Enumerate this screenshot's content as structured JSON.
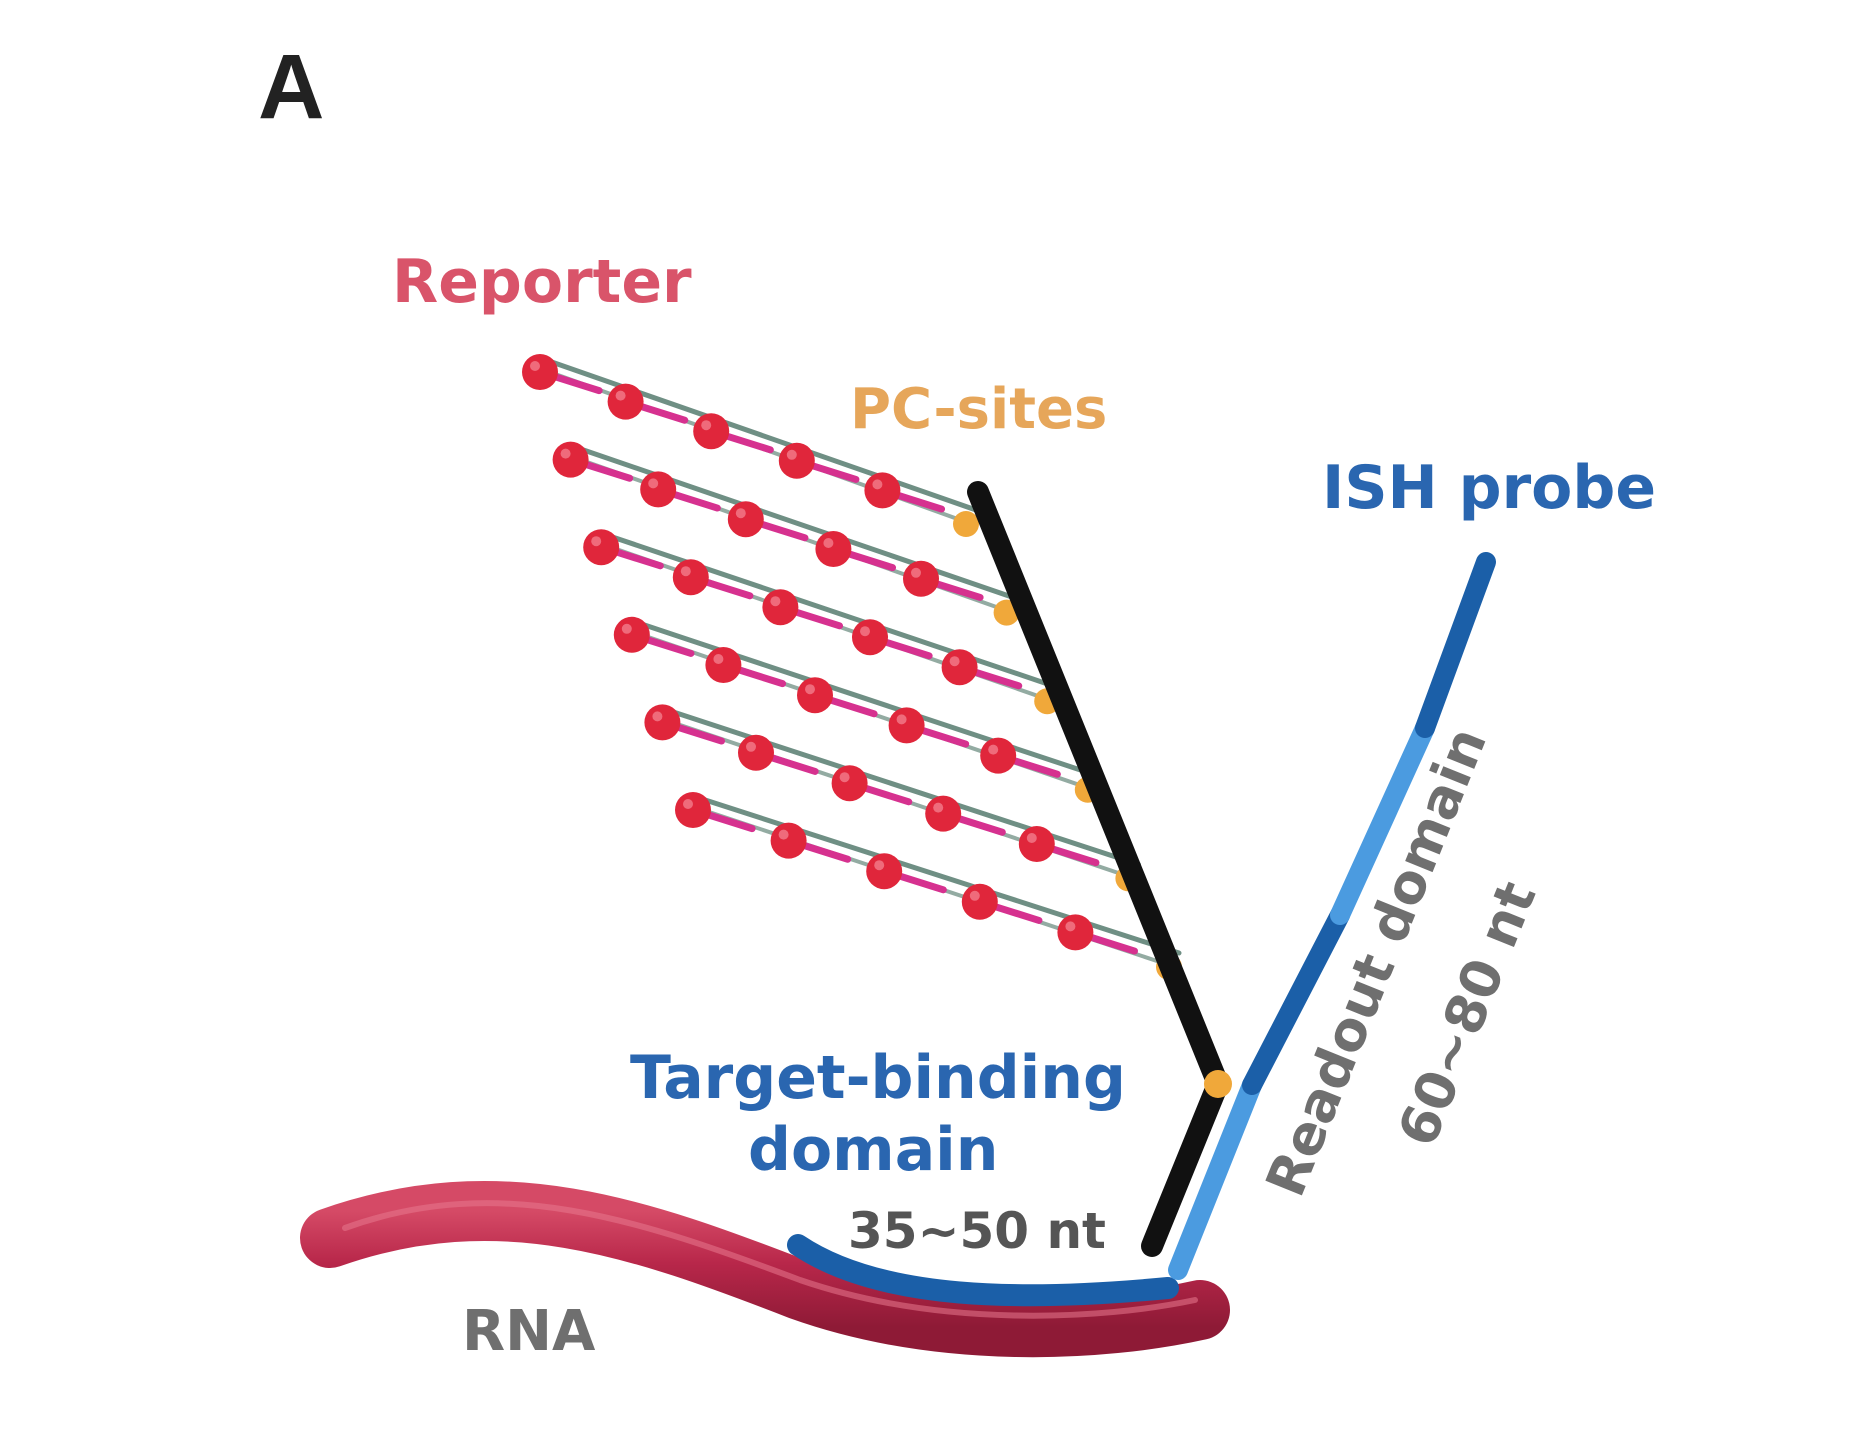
{
  "panel_label": "A",
  "labels": {
    "reporter": "Reporter",
    "pc_sites": "PC-sites",
    "ish_probe": "ISH probe",
    "readout_domain": "Readout domain",
    "readout_length": "60~80 nt",
    "target_binding_1": "Target-binding",
    "target_binding_2": "domain",
    "target_length": "35~50 nt",
    "rna": "RNA"
  },
  "colors": {
    "reporter_text": "#d9546a",
    "reporter_dot": "#e0263b",
    "reporter_linker": "#d6318f",
    "strand": "#6f8f84",
    "pc_site": "#f0a83a",
    "pc_text": "#e6a65a",
    "backbone": "#111111",
    "probe_dark": "#1b5fa8",
    "probe_light": "#4b9be0",
    "probe_text": "#2a66b0",
    "rna": "#b8274a",
    "gray_text": "#6f6f6f",
    "letter": "#222222"
  },
  "reporter_rows": 6,
  "reporters_per_row": 5
}
